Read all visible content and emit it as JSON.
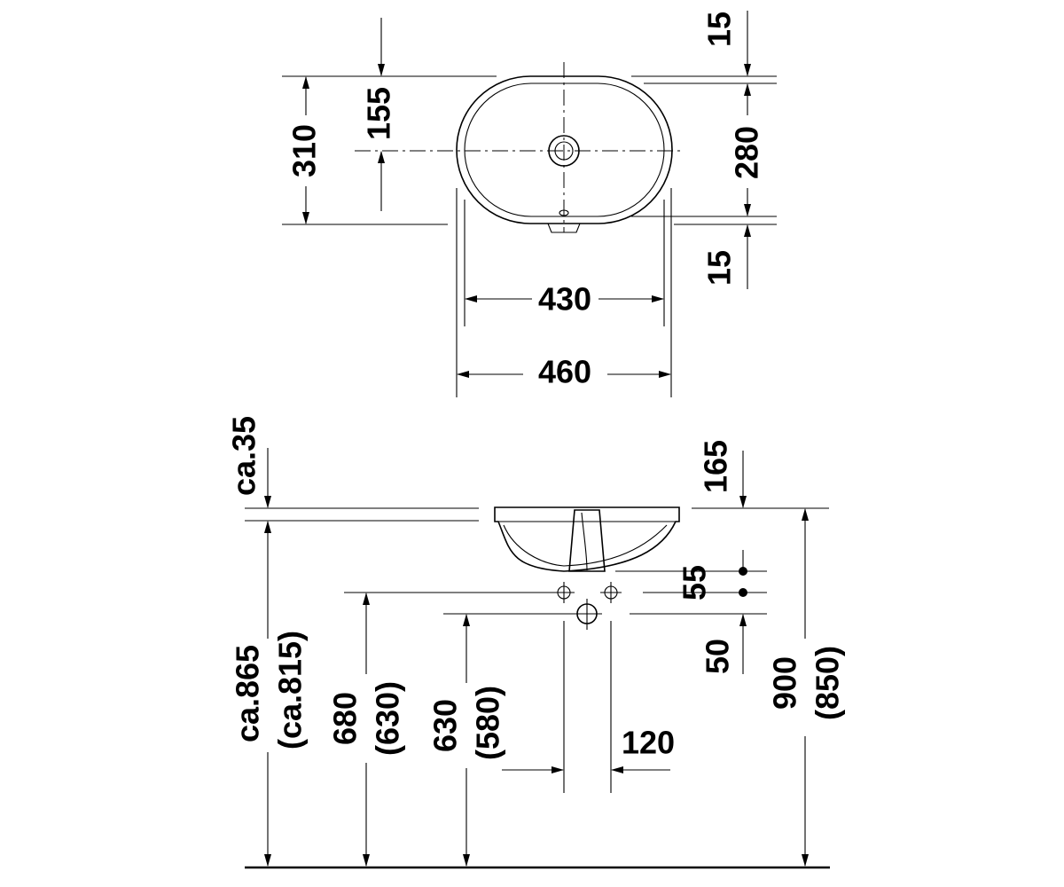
{
  "top_view": {
    "width_inner": "430",
    "width_outer": "460",
    "depth_total": "310",
    "depth_center": "155",
    "depth_inner": "280",
    "rim_top": "15",
    "rim_bottom": "15"
  },
  "side_view": {
    "rim_clearance": "ca.35",
    "drain_offset": "165",
    "tap_spacing": "55",
    "drain_drop": "50",
    "floor_to_bottom": "ca.865",
    "floor_to_bottom_alt": "(ca.815)",
    "floor_to_tap": "680",
    "floor_to_tap_alt": "(630)",
    "floor_to_drain": "630",
    "floor_to_drain_alt": "(580)",
    "pipe_spacing": "120",
    "floor_to_rim": "900",
    "floor_to_rim_alt": "(850)"
  }
}
